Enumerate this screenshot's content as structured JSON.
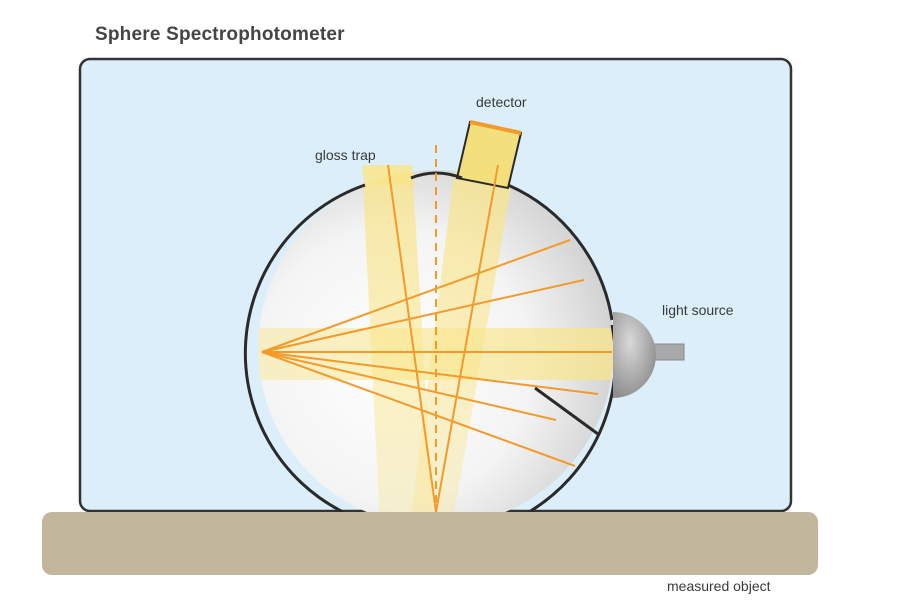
{
  "title": "Sphere Spectrophotometer",
  "labels": {
    "detector": "detector",
    "gloss_trap": "gloss trap",
    "light_source": "light source",
    "measured_object": "measured object"
  },
  "colors": {
    "housing_fill": "#dbeefa",
    "housing_stroke": "#333333",
    "sample_fill": "#c2b69c",
    "beam_fill": "#fbeea8",
    "ray_color": "#f39a2b",
    "sphere_outline": "#2a2a2a",
    "lamp_color": "#9a9a9a"
  }
}
